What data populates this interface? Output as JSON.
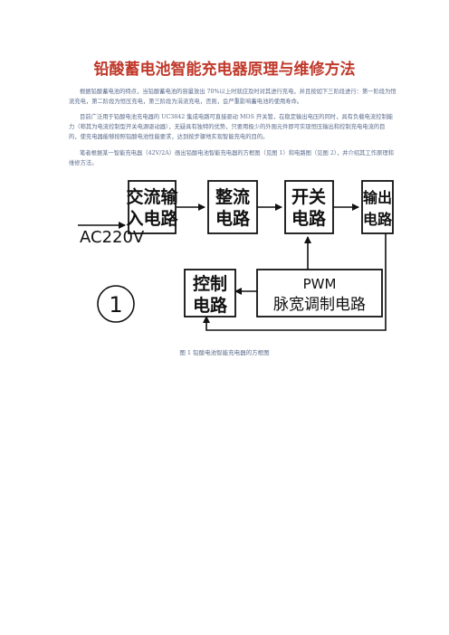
{
  "title": "铅酸蓄电池智能充电器原理与维修方法",
  "paragraphs": [
    "根据铅酸蓄电池的特点，当铅酸蓄电池的容量放出 70%以上时就应及时对其进行充电，并且按如下三阶段进行：第一阶段为恒流充电，第二阶段为恒压充电，第三阶段为涓流充电，否则，会严重影响蓄电池的使用寿命。",
    "目前广泛用于铅酸电池充电器的 UC3842 集成电路可直接驱动 MOS 开关管，在稳定输出电压的同时，具有负载电流控制能力（称其为电流控制型开关电源驱动器），无疑具有独特的优势，只要用极少的外围元件即可实现恒压输出和控制充电电流的目的，使充电器能够按照铅酸电池性能要求，达到按步骤地实现智能充电的目的。",
    "笔者根据某一智能充电器（42V/2A）画出铅酸电池智能充电器的方框图（见图 1）和电路图（见图 2），并介绍其工作原理和维修方法。"
  ],
  "diagram": {
    "input_label": "AC220V",
    "blocks": {
      "ac_input": [
        "交流输",
        "入电路"
      ],
      "rectifier": [
        "整流",
        "电路"
      ],
      "switch": [
        "开关",
        "电路"
      ],
      "output": [
        "输出",
        "电路"
      ],
      "control": [
        "控制",
        "电路"
      ],
      "pwm": [
        "PWM",
        "脉宽调制电路"
      ]
    },
    "figure_number": "1"
  },
  "caption": "图 1 铅酸电池智能充电器的方框图"
}
